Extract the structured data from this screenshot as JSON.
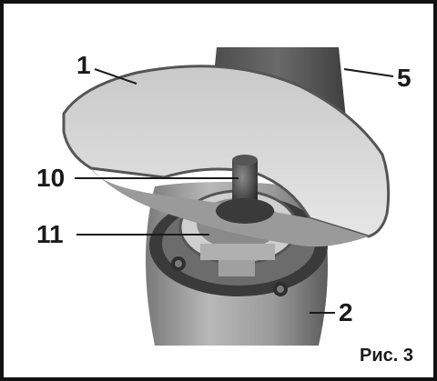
{
  "callouts": {
    "c1": "1",
    "c5": "5",
    "c10": "10",
    "c11": "11",
    "c2": "2"
  },
  "caption": "Рис. 3",
  "colors": {
    "frame": "#111111",
    "text": "#1a1a1a",
    "background": "#ffffff"
  }
}
